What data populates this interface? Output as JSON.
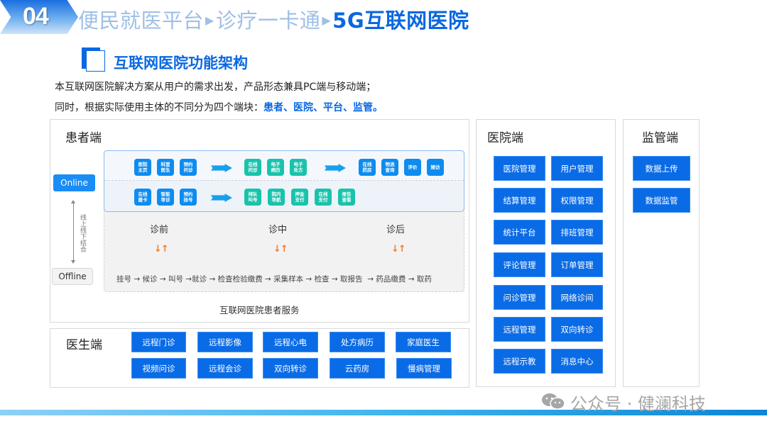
{
  "header": {
    "section_number": "04",
    "breadcrumb": [
      "便民就医平台",
      "诊疗一卡通",
      "5G互联网医院"
    ],
    "separator": "▶"
  },
  "section": {
    "title": "互联网医院功能架构",
    "intro_line1": "本互联网医院解决方案从用户的需求出发，产品形态兼具PC端与移动端；",
    "intro_line2_prefix": "同时，根据实际使用主体的不同分为四个端块：",
    "intro_line2_highlight": "患者、医院、平台、监管。"
  },
  "patient": {
    "title": "患者端",
    "online_label": "Online",
    "offline_label": "Offline",
    "vertical_label": "线上线下结合",
    "row1": {
      "group1": [
        "医院\n主页",
        "科室\n医生",
        "预约\n问诊"
      ],
      "group2": [
        "在线\n问诊",
        "电子\n病历",
        "电子\n处方"
      ],
      "group3": [
        "在线\n药房",
        "物流\n查询",
        "评价",
        "随访"
      ]
    },
    "row2": {
      "group1": [
        "在线\n建卡",
        "智能\n导诊",
        "预约\n挂号"
      ],
      "group2": [
        "排队\n叫号",
        "院内\n导航",
        "押金\n支付",
        "在线\n支付",
        "报告\n查看"
      ]
    },
    "stages": [
      "诊前",
      "诊中",
      "诊后"
    ],
    "stage_arrows": "↓↑",
    "flow": [
      "挂号",
      "候诊",
      "叫号",
      "就诊",
      "检查检验缴费",
      "采集样本",
      "检查",
      "取报告",
      "药品缴费",
      "取药"
    ],
    "caption": "互联网医院患者服务"
  },
  "doctor": {
    "title": "医生端",
    "buttons": [
      [
        "远程门诊",
        "远程影像",
        "远程心电",
        "处方病历",
        "家庭医生"
      ],
      [
        "视频问诊",
        "远程会诊",
        "双向转诊",
        "云药房",
        "慢病管理"
      ]
    ]
  },
  "hospital": {
    "title": "医院端",
    "buttons": [
      [
        "医院管理",
        "用户管理"
      ],
      [
        "结算管理",
        "权限管理"
      ],
      [
        "统计平台",
        "排班管理"
      ],
      [
        "评论管理",
        "订单管理"
      ],
      [
        "问诊管理",
        "网络诊间"
      ],
      [
        "远程管理",
        "双向转诊"
      ],
      [
        "远程示教",
        "消息中心"
      ]
    ]
  },
  "supervision": {
    "title": "监管端",
    "buttons": [
      "数据上传",
      "数据监管"
    ]
  },
  "watermark": {
    "icon": "wechat-icon",
    "text": "公众号 · 健澜科技"
  },
  "colors": {
    "brand_blue": "#0a68e0",
    "button_blue": "#0a6be6",
    "chip_blue": "#0d8cf0",
    "chip_teal": "#19c3ab",
    "arrow_orange": "#f07b2c"
  }
}
